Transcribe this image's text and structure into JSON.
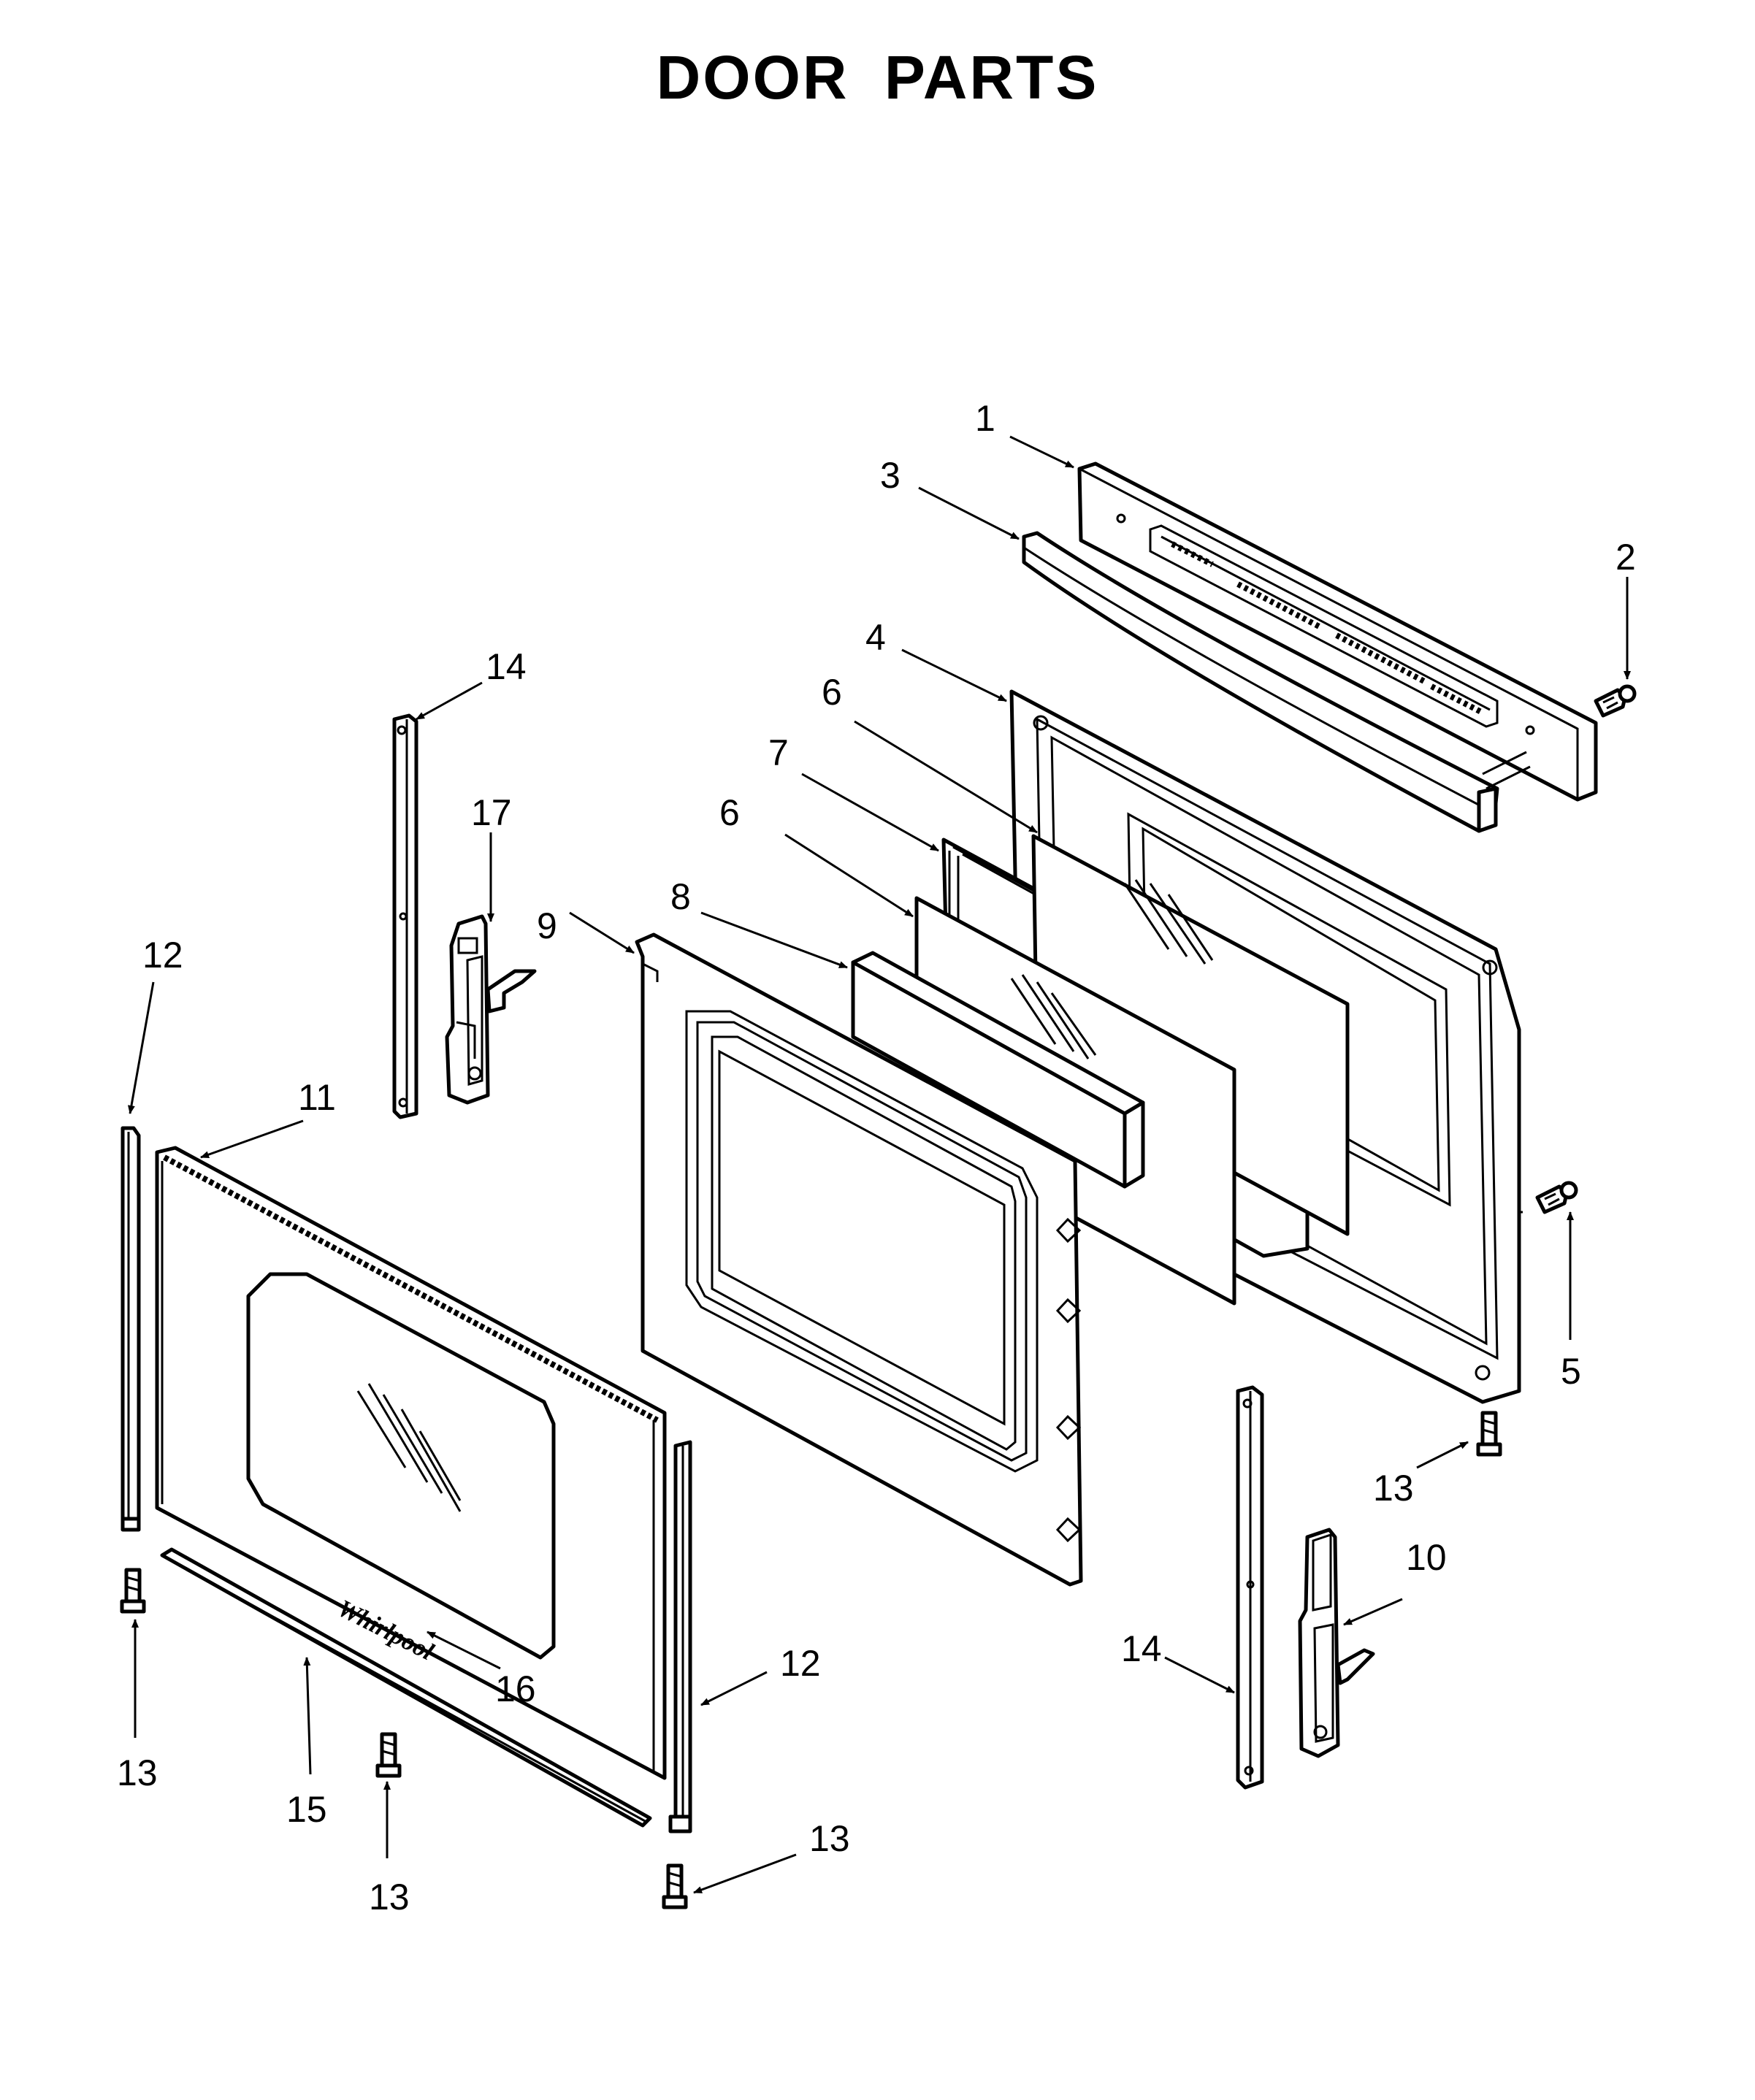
{
  "title": "DOOR PARTS",
  "logo_text": "Whirlpool",
  "callouts": [
    {
      "id": "c1",
      "label": "1"
    },
    {
      "id": "c2",
      "label": "2"
    },
    {
      "id": "c3",
      "label": "3"
    },
    {
      "id": "c4",
      "label": "4"
    },
    {
      "id": "c5",
      "label": "5"
    },
    {
      "id": "c6a",
      "label": "6"
    },
    {
      "id": "c6b",
      "label": "6"
    },
    {
      "id": "c7",
      "label": "7"
    },
    {
      "id": "c8",
      "label": "8"
    },
    {
      "id": "c9",
      "label": "9"
    },
    {
      "id": "c10",
      "label": "10"
    },
    {
      "id": "c11",
      "label": "11"
    },
    {
      "id": "c12a",
      "label": "12"
    },
    {
      "id": "c12b",
      "label": "12"
    },
    {
      "id": "c13a",
      "label": "13"
    },
    {
      "id": "c13b",
      "label": "13"
    },
    {
      "id": "c13c",
      "label": "13"
    },
    {
      "id": "c13d",
      "label": "13"
    },
    {
      "id": "c14a",
      "label": "14"
    },
    {
      "id": "c14b",
      "label": "14"
    },
    {
      "id": "c15",
      "label": "15"
    },
    {
      "id": "c16",
      "label": "16"
    },
    {
      "id": "c17",
      "label": "17"
    }
  ]
}
